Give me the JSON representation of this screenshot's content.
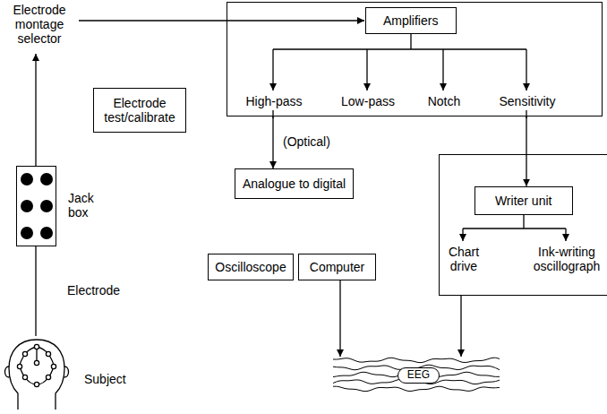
{
  "diagram": {
    "nodes": [
      {
        "text": [
          "High-pass",
          "Low-pass",
          "Notch",
          "Sensitivity"
        ]
      },
      {
        "text": [
          "Amplifiers"
        ],
        "in": 0
      },
      {
        "text": [
          "Electrode test/calibrate"
        ]
      },
      {
        "text": [
          "Jack box"
        ]
      },
      {
        "text": [
          "Analogue to digital"
        ]
      },
      {
        "text": [
          "Chart drive",
          "Ink-writing oscillograph"
        ]
      },
      {
        "text": [
          "Writer unit"
        ],
        "in": 5
      },
      {
        "text": [
          "Oscilloscope"
        ]
      },
      {
        "text": [
          "Computer"
        ]
      },
      {
        "text": [
          "Subject"
        ]
      },
      {
        "text": [
          "EEG"
        ]
      }
    ],
    "edges": [
      {
        "from": 9,
        "to": 3,
        "arrow": "none",
        "label": "Electrode"
      },
      {
        "from": 0,
        "to": 4,
        "arrow": "to",
        "label": "(Optical)"
      },
      {
        "from": 0,
        "to": 6,
        "arrow": "to"
      },
      {
        "from": 8,
        "to": 10,
        "arrow": "to"
      },
      {
        "from": 5,
        "to": 10,
        "arrow": "to"
      }
    ],
    "labels": [
      "Electrode montage selector"
    ]
  }
}
